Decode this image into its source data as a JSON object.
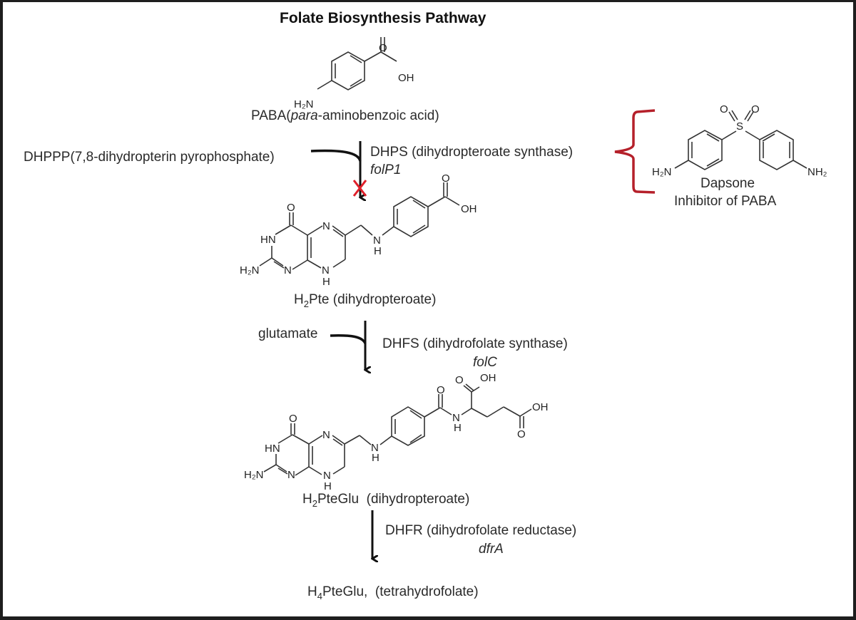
{
  "title": "Folate Biosynthesis Pathway",
  "compounds": {
    "paba": {
      "prefix": "PABA",
      "italic": "para",
      "rest": "-aminobenzoic acid)",
      "open": "("
    },
    "dhppp": {
      "label": "DHPPP(7,8-dihydropterin pyrophosphate)"
    },
    "h2pte": {
      "sub_pre": "H",
      "sub": "2",
      "rest": "Pte (dihydropteroate)"
    },
    "glutamate": {
      "label": "glutamate"
    },
    "h2pteglu": {
      "sub_pre": "H",
      "sub": "2",
      "rest": "PteGlu  (dihydropteroate)"
    },
    "h4pteglu": {
      "sub_pre": "H",
      "sub": "4",
      "rest": "PteGlu,  (tetrahydrofolate)"
    }
  },
  "enzymes": {
    "dhps": {
      "label": "DHPS (dihydropteroate synthase)",
      "gene": "folP1"
    },
    "dhfs": {
      "label": "DHFS (dihydrofolate synthase)",
      "gene": "folC"
    },
    "dhfr": {
      "label": "DHFR (dihydrofolate reductase)",
      "gene": "dfrA"
    }
  },
  "inhibitor": {
    "name": "Dapsone",
    "description": "Inhibitor of PABA",
    "target_step": "DHPS",
    "bracket_color": "#b5202a"
  },
  "inhibition_mark": {
    "symbol": "X",
    "color": "#e0202a"
  },
  "atoms": {
    "O": "O",
    "OH": "OH",
    "H2N": "H₂N",
    "NH2": "NH₂",
    "N": "N",
    "H": "H",
    "HN": "HN",
    "S": "S"
  }
}
